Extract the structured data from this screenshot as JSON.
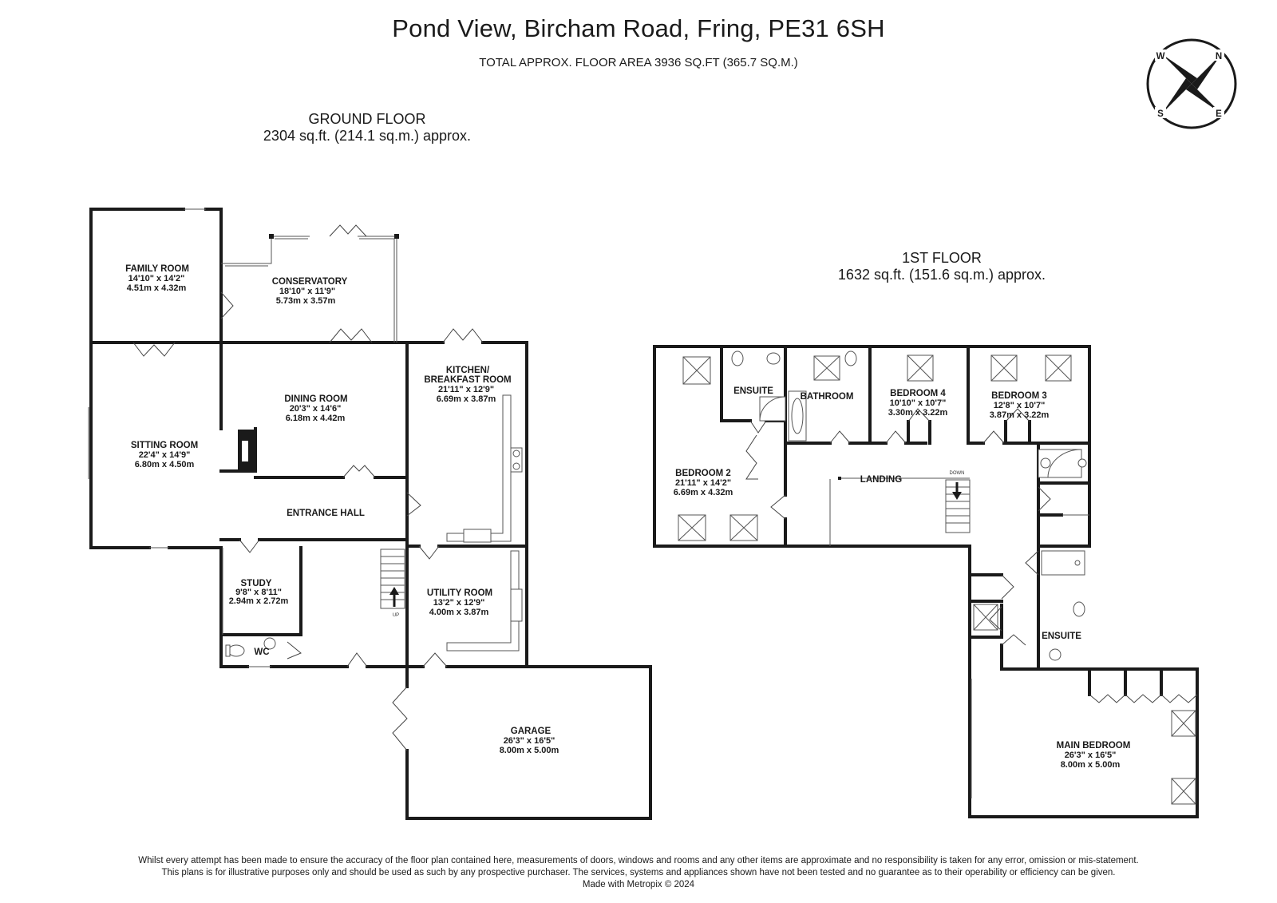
{
  "title": "Pond View, Bircham Road, Fring, PE31 6SH",
  "subtitle": "TOTAL APPROX. FLOOR AREA 3936 SQ.FT (365.7 SQ.M.)",
  "compass": {
    "labels": [
      "N",
      "E",
      "S",
      "W"
    ]
  },
  "ground_floor": {
    "title": "GROUND FLOOR",
    "area": "2304 sq.ft. (214.1 sq.m.) approx.",
    "rooms": {
      "family_room": {
        "name": "FAMILY ROOM",
        "imperial": "14'10\"  x 14'2\"",
        "metric": "4.51m  x 4.32m"
      },
      "conservatory": {
        "name": "CONSERVATORY",
        "imperial": "18'10\"  x 11'9\"",
        "metric": "5.73m  x 3.57m"
      },
      "dining_room": {
        "name": "DINING ROOM",
        "imperial": "20'3\"  x 14'6\"",
        "metric": "6.18m  x 4.42m"
      },
      "sitting_room": {
        "name": "SITTING ROOM",
        "imperial": "22'4\"  x 14'9\"",
        "metric": "6.80m  x 4.50m"
      },
      "kitchen_line1": "KITCHEN/",
      "kitchen": {
        "name": "BREAKFAST ROOM",
        "imperial": "21'11\"  x 12'9\"",
        "metric": "6.69m  x 3.87m"
      },
      "entrance_hall": {
        "name": "ENTRANCE HALL"
      },
      "study": {
        "name": "STUDY",
        "imperial": "9'8\"  x 8'11\"",
        "metric": "2.94m  x 2.72m"
      },
      "wc": {
        "name": "WC"
      },
      "utility_room": {
        "name": "UTILITY ROOM",
        "imperial": "13'2\"  x 12'9\"",
        "metric": "4.00m  x 3.87m"
      },
      "garage": {
        "name": "GARAGE",
        "imperial": "26'3\"  x 16'5\"",
        "metric": "8.00m  x 5.00m"
      }
    },
    "stair_label": "UP"
  },
  "first_floor": {
    "title": "1ST FLOOR",
    "area": "1632 sq.ft. (151.6 sq.m.) approx.",
    "rooms": {
      "bedroom2": {
        "name": "BEDROOM 2",
        "imperial": "21'11\"  x 14'2\"",
        "metric": "6.69m  x 4.32m"
      },
      "ensuite1": {
        "name": "ENSUITE"
      },
      "bathroom": {
        "name": "BATHROOM"
      },
      "bedroom4": {
        "name": "BEDROOM 4",
        "imperial": "10'10\"  x 10'7\"",
        "metric": "3.30m  x 3.22m"
      },
      "bedroom3": {
        "name": "BEDROOM 3",
        "imperial": "12'8\"  x 10'7\"",
        "metric": "3.87m  x 3.22m"
      },
      "landing": {
        "name": "LANDING"
      },
      "ensuite2": {
        "name": "ENSUITE"
      },
      "main_bedroom": {
        "name": "MAIN BEDROOM",
        "imperial": "26'3\"  x 16'5\"",
        "metric": "8.00m  x 5.00m"
      }
    },
    "stair_label": "DOWN"
  },
  "footer": {
    "line1": "Whilst every attempt has been made to ensure the accuracy of the floor plan contained here, measurements of doors, windows and rooms and any other items are approximate and no responsibility is taken for any error, omission or mis-statement.",
    "line2": "This plans is for illustrative purposes only and should be used as such by any prospective purchaser. The services, systems and appliances shown have not been tested and no guarantee as to their operability or efficiency can be given.",
    "line3": "Made with Metropix © 2024"
  }
}
